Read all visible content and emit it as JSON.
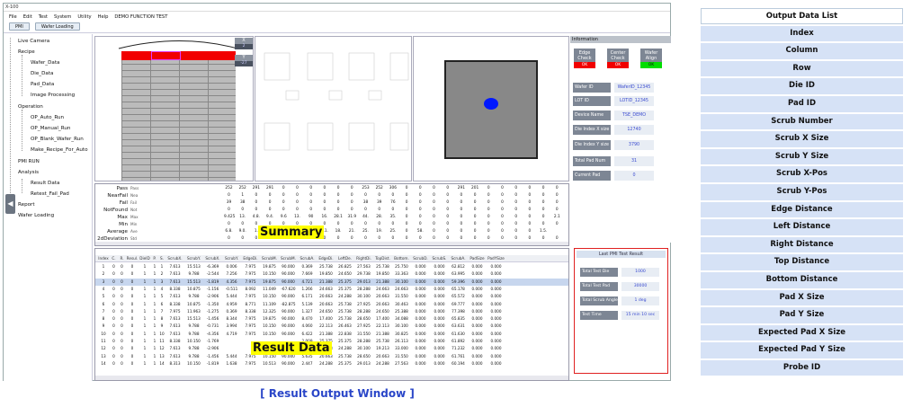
{
  "window": {
    "title": "X-100"
  },
  "menu": [
    "File",
    "Edit",
    "Test",
    "System",
    "Utility",
    "Help",
    "DEMO FUNCTION TEST"
  ],
  "toolbar": {
    "pmi": "PMI",
    "wafer_loading": "Wafer Loading"
  },
  "tree": {
    "live_camera": "Live Camera",
    "recipe": "Recipe",
    "wafer_data": "Wafer_Data",
    "die_data": "Die_Data",
    "pad_data": "Pad_Data",
    "image_processing": "Image Processing",
    "operation": "Operation",
    "op_auto_run": "OP_Auto_Run",
    "op_manual_run": "OP_Manual_Run",
    "op_blank_wafer_run": "OP_Blank_Wafer_Run",
    "make_recipe_for_auto": "Make_Recipe_For_Auto",
    "pmi_run": "PMI RUN",
    "analysis": "Analysis",
    "result_data": "Result Data",
    "retest_fail_pad": "Retest_Fail_Pad",
    "report": "Report",
    "wafer_loading": "Wafer Loading"
  },
  "map": {
    "x_label": "X",
    "x_value": "2",
    "y_label": "Y",
    "y_value": "-27"
  },
  "info": {
    "tab": "Information",
    "edge_check": "Edge Check",
    "edge_check_val": "OK",
    "center_check": "Center Check",
    "center_check_val": "OK",
    "wafer_align": "Wafer Align",
    "wafer_align_val": "OK",
    "rows": [
      {
        "label": "Wafer ID",
        "value": "WaferID_12345"
      },
      {
        "label": "LOT ID",
        "value": "LOTID_12345"
      },
      {
        "label": "Device Name",
        "value": "TSE_DEMO"
      },
      {
        "label": "Die Index X size",
        "value": "12740"
      },
      {
        "label": "Die Index Y size",
        "value": "3790"
      },
      {
        "label": "Total Pad Num",
        "value": "31"
      },
      {
        "label": "Current Pad Index",
        "value": "0"
      }
    ]
  },
  "summary": {
    "tag": "Summary",
    "rows": [
      {
        "label": "Pass",
        "abbr": "Pass",
        "vals": [
          "252",
          "252",
          "291",
          "291",
          "0",
          "0",
          "0",
          "0",
          "0",
          "0",
          "253",
          "252",
          "306",
          "0",
          "0",
          "0",
          "0",
          "291",
          "201",
          "0",
          "0",
          "0",
          "0",
          "0",
          "0"
        ]
      },
      {
        "label": "NearFail",
        "abbr": "Nea",
        "vals": [
          "0",
          "1",
          "0",
          "0",
          "0",
          "0",
          "0",
          "0",
          "0",
          "0",
          "0",
          "0",
          "0",
          "0",
          "0",
          "0",
          "0",
          "0",
          "0",
          "0",
          "0",
          "0",
          "0",
          "0",
          "0"
        ]
      },
      {
        "label": "Fail",
        "abbr": "Fail",
        "vals": [
          "39",
          "38",
          "0",
          "0",
          "0",
          "0",
          "0",
          "0",
          "0",
          "0",
          "38",
          "39",
          "76",
          "0",
          "0",
          "0",
          "0",
          "0",
          "0",
          "0",
          "0",
          "0",
          "0",
          "0",
          "0"
        ]
      },
      {
        "label": "NotFound",
        "abbr": "Not",
        "vals": [
          "0",
          "0",
          "0",
          "0",
          "0",
          "0",
          "0",
          "0",
          "0",
          "0",
          "0",
          "0",
          "0",
          "0",
          "0",
          "0",
          "0",
          "0",
          "0",
          "0",
          "0",
          "0",
          "0",
          "0",
          "0"
        ]
      },
      {
        "label": "Max",
        "abbr": "Max",
        "vals": [
          "9.425",
          "13.",
          "4.8.",
          "9.4.",
          "9.6",
          "13.",
          "90",
          "16.",
          "28.1",
          "31.9",
          "44.",
          "28.",
          "35.",
          "0",
          "0",
          "0",
          "0",
          "0",
          "0",
          "0",
          "0",
          "0",
          "0",
          "0",
          "2.1"
        ]
      },
      {
        "label": "Min",
        "abbr": "Min",
        "vals": [
          "0",
          "0",
          "0",
          "0",
          "0",
          "0",
          "0",
          "0",
          "0",
          "0",
          "0",
          "0",
          "0",
          "0",
          "0",
          "0",
          "0",
          "0",
          "0",
          "0",
          "0",
          "0",
          "0",
          "0",
          "0"
        ]
      },
      {
        "label": "Average",
        "abbr": "Ave",
        "vals": [
          "6.8.",
          "9.0.",
          "1.",
          "",
          "",
          "",
          "",
          "4.1.",
          "18.",
          "21.",
          "25.",
          "19.",
          "25.",
          "0",
          "58.",
          "0",
          "0",
          "0",
          "0",
          "0",
          "0",
          "0",
          "0",
          "1.5.",
          ""
        ]
      },
      {
        "label": "2dDeviation",
        "abbr": "Std",
        "vals": [
          "0",
          "0",
          "0",
          "0",
          "0",
          "0",
          "0",
          "0",
          "0",
          "0",
          "0",
          "0",
          "0",
          "0",
          "0",
          "0",
          "0",
          "0",
          "0",
          "0",
          "0",
          "0",
          "0",
          "0",
          "0"
        ]
      }
    ]
  },
  "result": {
    "tag": "Result Data",
    "headers": [
      "Index",
      "C.",
      "R.",
      "Resul.",
      "DieID",
      "P.",
      "S.",
      "ScrubX.",
      "ScrubY.",
      "ScrubX.",
      "ScrubY.",
      "EdgeDi.",
      "ScrubM.",
      "ScrubM.",
      "ScrubA.",
      "EdgeDi.",
      "LeftDe.",
      "RightDi.",
      "TopDist.",
      "Bottom.",
      "ScrubD.",
      "ScrubS.",
      "ScrubA.",
      "PadSize",
      "PadYSize"
    ],
    "rows": [
      [
        "1",
        "0",
        "0",
        "0",
        "1",
        "1",
        "1",
        "7.613",
        "15.513",
        "-6.369",
        "0.006",
        "7.975",
        "19.875",
        "90.000",
        "0.369",
        "25.738",
        "26.825",
        "27.563",
        "25.738",
        "25.750",
        "0.000",
        "0.000",
        "62.812",
        "0.000",
        "0.000"
      ],
      [
        "2",
        "0",
        "0",
        "0",
        "1",
        "1",
        "2",
        "7.613",
        "9.788",
        "-2.544",
        "7.256",
        "7.975",
        "10.150",
        "90.000",
        "7.669",
        "19.850",
        "24.650",
        "29.738",
        "19.850",
        "33.363",
        "0.000",
        "0.000",
        "63.995",
        "0.000",
        "0.000"
      ],
      [
        "3",
        "0",
        "0",
        "0",
        "1",
        "1",
        "3",
        "7.613",
        "15.513",
        "-1.819",
        "4.356",
        "7.975",
        "19.875",
        "90.000",
        "4.721",
        "21.388",
        "25.375",
        "29.013",
        "21.388",
        "30.100",
        "0.000",
        "0.000",
        "59.396",
        "0.000",
        "0.000"
      ],
      [
        "4",
        "0",
        "0",
        "0",
        "1",
        "1",
        "4",
        "8.338",
        "10.875",
        "-1.156",
        "-0.511",
        "8.092",
        "11.049",
        "-67.620",
        "1.266",
        "24.663",
        "25.375",
        "28.288",
        "24.663",
        "24.663",
        "0.000",
        "0.000",
        "65.178",
        "0.000",
        "0.000"
      ],
      [
        "5",
        "0",
        "0",
        "0",
        "1",
        "1",
        "5",
        "7.613",
        "9.788",
        "-2.906",
        "5.444",
        "7.975",
        "10.150",
        "90.000",
        "6.171",
        "20.663",
        "24.288",
        "30.100",
        "20.663",
        "31.550",
        "0.000",
        "0.000",
        "65.572",
        "0.000",
        "0.000"
      ],
      [
        "6",
        "0",
        "0",
        "0",
        "1",
        "1",
        "6",
        "8.338",
        "10.875",
        "-1.350",
        "4.959",
        "8.771",
        "11.109",
        "-82.875",
        "5.139",
        "20.663",
        "25.738",
        "27.925",
        "20.663",
        "30.463",
        "0.000",
        "0.000",
        "69.777",
        "0.000",
        "0.000"
      ],
      [
        "7",
        "0",
        "0",
        "0",
        "1",
        "1",
        "7",
        "7.975",
        "11.963",
        "-1.275",
        "0.369",
        "8.338",
        "12.325",
        "90.000",
        "1.327",
        "24.650",
        "25.738",
        "28.288",
        "24.650",
        "25.388",
        "0.000",
        "0.000",
        "77.398",
        "0.000",
        "0.000"
      ],
      [
        "8",
        "0",
        "0",
        "0",
        "1",
        "1",
        "8",
        "7.613",
        "15.513",
        "-1.456",
        "8.344",
        "7.975",
        "19.875",
        "90.000",
        "8.470",
        "17.400",
        "25.738",
        "28.650",
        "17.400",
        "34.088",
        "0.000",
        "0.000",
        "65.835",
        "0.000",
        "0.000"
      ],
      [
        "9",
        "0",
        "0",
        "0",
        "1",
        "1",
        "9",
        "7.613",
        "9.788",
        "-0.731",
        "3.994",
        "7.975",
        "10.150",
        "90.000",
        "4.060",
        "22.113",
        "26.463",
        "27.925",
        "22.113",
        "30.100",
        "0.000",
        "0.000",
        "63.631",
        "0.000",
        "0.000"
      ],
      [
        "10",
        "0",
        "0",
        "0",
        "1",
        "1",
        "10",
        "7.613",
        "9.788",
        "-4.356",
        "4.719",
        "7.975",
        "10.150",
        "90.000",
        "6.422",
        "21.388",
        "22.838",
        "31.550",
        "21.388",
        "30.825",
        "0.000",
        "0.000",
        "61.630",
        "0.000",
        "0.000"
      ],
      [
        "11",
        "0",
        "0",
        "0",
        "1",
        "1",
        "11",
        "8.338",
        "10.150",
        "-1.769",
        "",
        "",
        "",
        "",
        "2.009",
        "25.375",
        "25.375",
        "28.288",
        "25.738",
        "26.113",
        "0.000",
        "0.000",
        "61.892",
        "0.000",
        "0.000"
      ],
      [
        "12",
        "0",
        "0",
        "0",
        "1",
        "1",
        "12",
        "7.613",
        "9.788",
        "-2.906",
        "",
        "",
        "",
        "",
        "7.481",
        "19.213",
        "24.288",
        "30.100",
        "19.213",
        "33.000",
        "0.000",
        "0.000",
        "71.232",
        "0.000",
        "0.000"
      ],
      [
        "13",
        "0",
        "0",
        "0",
        "1",
        "1",
        "13",
        "7.613",
        "9.788",
        "-1.456",
        "5.444",
        "7.975",
        "10.150",
        "90.000",
        "5.635",
        "20.663",
        "25.738",
        "28.650",
        "20.663",
        "31.550",
        "0.000",
        "0.000",
        "61.761",
        "0.000",
        "0.000"
      ],
      [
        "14",
        "0",
        "0",
        "0",
        "1",
        "1",
        "14",
        "8.313",
        "10.150",
        "-1.819",
        "1.638",
        "7.975",
        "10.513",
        "90.000",
        "2.447",
        "24.288",
        "25.375",
        "29.013",
        "24.288",
        "27.563",
        "0.000",
        "0.000",
        "60.194",
        "0.000",
        "0.000"
      ]
    ]
  },
  "pmi": {
    "title": "Last PMI Test Result",
    "rows": [
      {
        "label": "Total Test Die",
        "value": "1000"
      },
      {
        "label": "Total Test Pad",
        "value": "30000"
      },
      {
        "label": "Total Scrub Angle",
        "value": "1 deg"
      },
      {
        "label": "Test Time",
        "value": "15 min 10 sec"
      }
    ]
  },
  "caption": "[ Result Output Window ]",
  "output_list": {
    "title": "Output Data List",
    "items": [
      "Index",
      "Column",
      "Row",
      "Die ID",
      "Pad ID",
      "Scrub Number",
      "Scrub X Size",
      "Scrub Y Size",
      "Scrub X-Pos",
      "Scrub Y-Pos",
      "Edge Distance",
      "Left Distance",
      "Right Distance",
      "Top Distance",
      "Bottom Distance",
      "Pad X Size",
      "Pad Y Size",
      "Expected Pad X Size",
      "Expected Pad Y Size",
      "Probe ID"
    ]
  },
  "colors": {
    "ok_red": "#f10000",
    "ok_green": "#00dd00",
    "selection_magenta": "#e040ff",
    "pad_blue": "#0018ff",
    "accent_blue": "#2a46c8"
  }
}
